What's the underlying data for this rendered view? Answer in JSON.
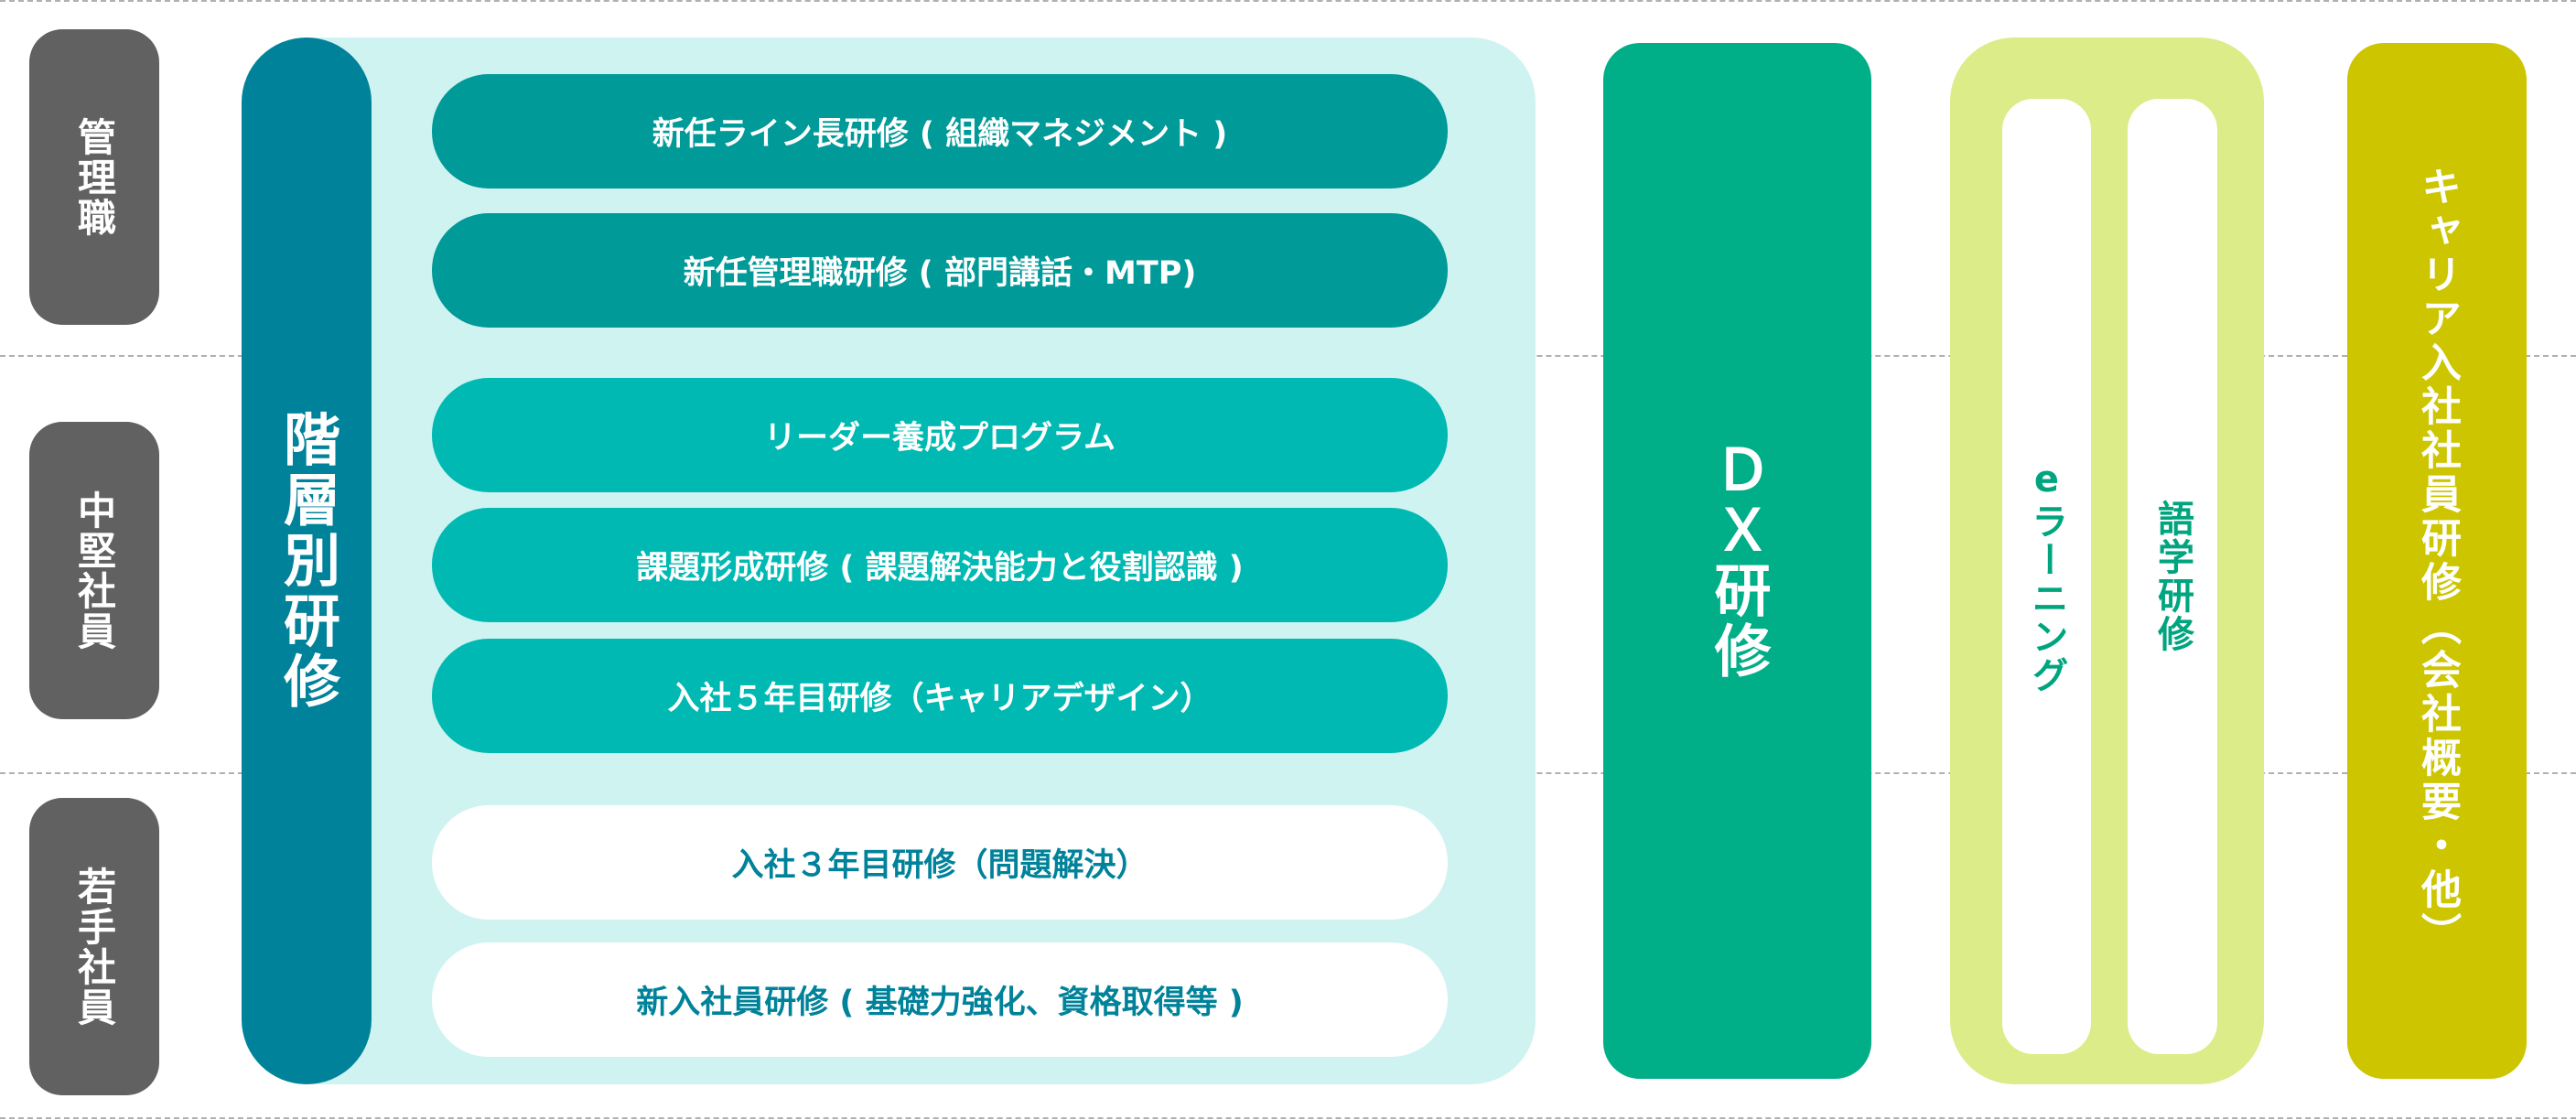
{
  "levels": [
    {
      "label": "管理職"
    },
    {
      "label": "中堅社員"
    },
    {
      "label": "若手社員"
    }
  ],
  "hierarchical": {
    "title": "階層別研修",
    "programs": [
      {
        "label": "新任ライン長研修 ( 組織マネジメント )"
      },
      {
        "label": "新任管理職研修 ( 部門講話・MTP)"
      },
      {
        "label": "リーダー養成プログラム"
      },
      {
        "label": "課題形成研修 ( 課題解決能力と役割認識 )"
      },
      {
        "label": "入社５年目研修（キャリアデザイン）"
      },
      {
        "label": "入社３年目研修（問題解決）"
      },
      {
        "label": "新入社員研修 ( 基礎力強化、資格取得等 )"
      }
    ]
  },
  "dx": {
    "title": "ＤＸ研修"
  },
  "self_learning": {
    "items": [
      {
        "label": "eラーニング"
      },
      {
        "label": "語学研修"
      }
    ]
  },
  "career": {
    "title": "キャリア入社社員研修（会社概要・他）"
  },
  "colors": {
    "level_gray": "#616161",
    "panel_bg": "#cff3f1",
    "hier_bar": "#00829a",
    "pill_dark": "#009a98",
    "pill_mid": "#00b9b3",
    "dx": "#00ae88",
    "lime": "#dcec88",
    "career": "#ccc500"
  }
}
